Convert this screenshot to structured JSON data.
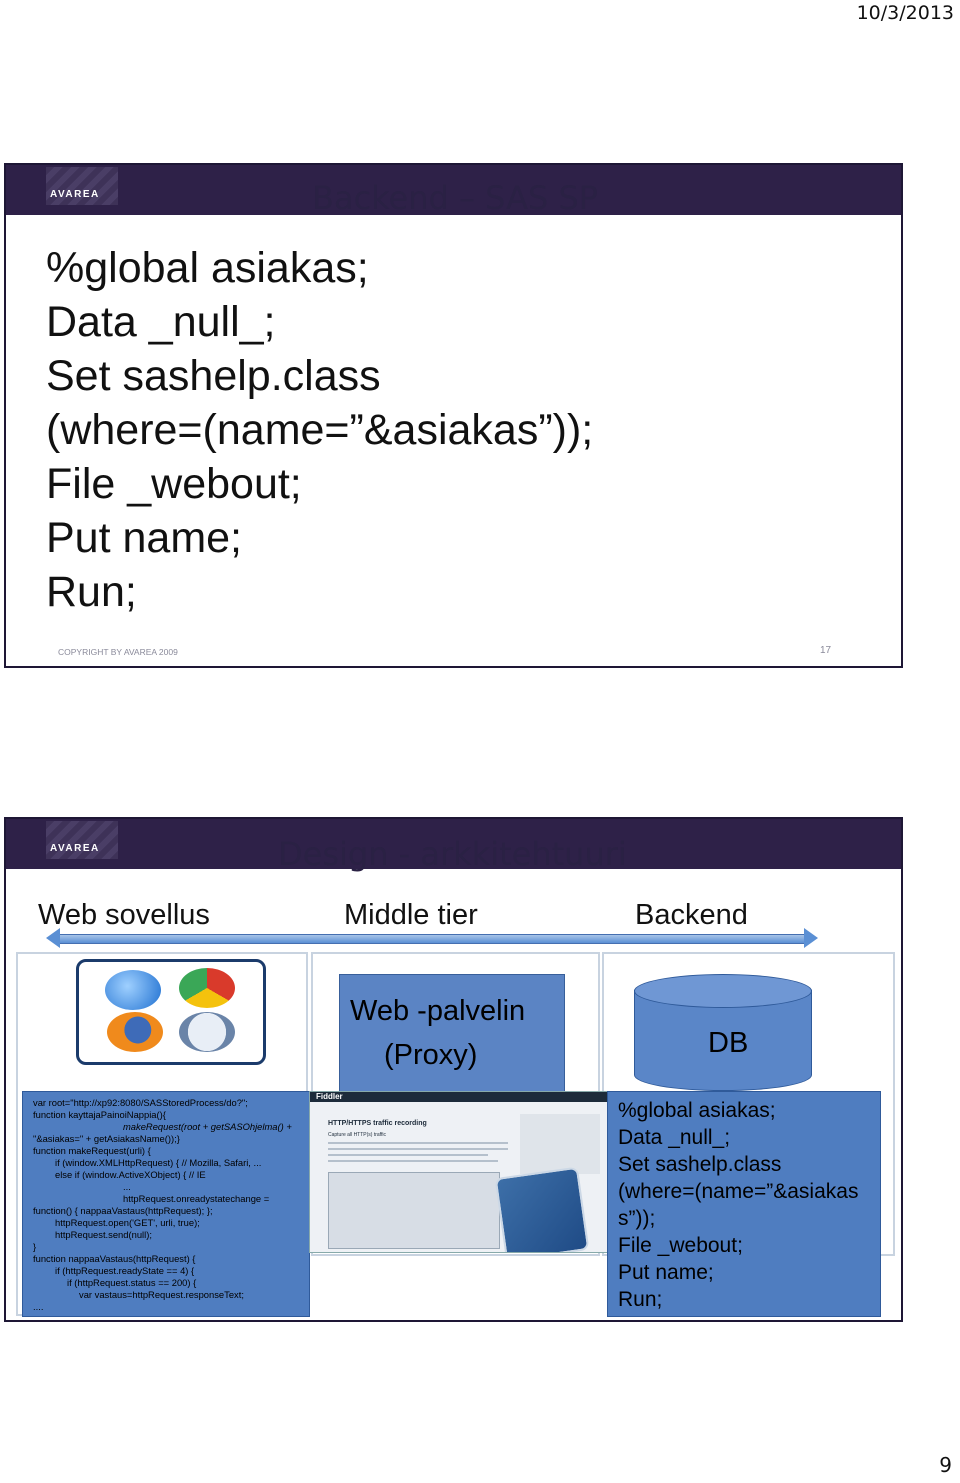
{
  "page": {
    "date": "10/3/2013",
    "page_number": "9"
  },
  "slide1": {
    "logo": "AVAREA",
    "title": "Backend – SAS SP",
    "code": [
      "%global asiakas;",
      "Data _null_;",
      "Set sashelp.class",
      "(where=(name=”&asiakas”));",
      "File _webout;",
      "Put name;",
      "Run;"
    ],
    "footer": "COPYRIGHT BY AVAREA 2009",
    "slide_number": "17"
  },
  "slide2": {
    "logo": "AVAREA",
    "title": "Design - arkkitehtuuri",
    "tiers": [
      "Web sovellus",
      "Middle tier",
      "Backend"
    ],
    "web_server_line1": "Web -palvelin",
    "web_server_line2": "(Proxy)",
    "db_label": "DB",
    "js_code": [
      "var root=\"http://xp92:8080/SASStoredProcess/do?\";",
      "function kayttajaPainoiNappia(){",
      "makeRequest(root + getSASOhjelma() +",
      "\"&asiakas=\" + getAsiakasName());}",
      "function makeRequest(urli) {",
      "if (window.XMLHttpRequest) { // Mozilla, Safari, ...",
      "else if (window.ActiveXObject) { // IE",
      "...",
      "httpRequest.onreadystatechange =",
      "function() { nappaaVastaus(httpRequest); };",
      "httpRequest.open('GET', urli, true);",
      "httpRequest.send(null);",
      "}",
      "function nappaaVastaus(httpRequest) {",
      "if (httpRequest.readyState == 4) {",
      "if (httpRequest.status == 200) {",
      "var vastaus=httpRequest.responseText;",
      "...."
    ],
    "sas_code": [
      "%global asiakas;",
      "Data _null_;",
      "Set sashelp.class",
      "(where=(name=”&asiakas",
      "s”));",
      "File _webout;",
      "Put name;",
      "Run;"
    ],
    "screenshot": {
      "app_title": "Fiddler",
      "heading": "HTTP/HTTPS traffic recording",
      "subheading": "Capture all HTTP(s) traffic"
    }
  }
}
